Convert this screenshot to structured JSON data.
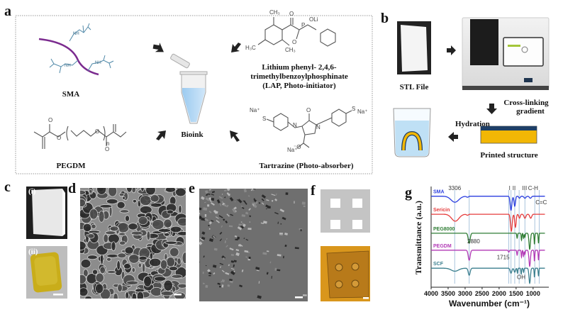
{
  "panels": {
    "a": "a",
    "b": "b",
    "c": "c",
    "d": "d",
    "e": "e",
    "f": "f",
    "g": "g",
    "c_i": "(i)",
    "c_ii": "(ii)"
  },
  "panel_a": {
    "sma_label": "SMA",
    "pegdm_label": "PEGDM",
    "bioink_label": "Bioink",
    "lap_lines": [
      "Lithium phenyl- 2,4,6-",
      "trimethylbenzoylphosphinate",
      "(LAP, Photo-initiator)"
    ],
    "tartrazine_label": "Tartrazine (Photo-absorber)",
    "chem": {
      "nh": "NH",
      "o": "O",
      "ch3": "CH₃",
      "h3c": "H₃C",
      "oli": "OLi",
      "p": "P",
      "n": "n",
      "na": "Na⁺",
      "o_minus": "⁻O",
      "s": "S",
      "nn": "N",
      "n_sub": "N"
    }
  },
  "panel_b": {
    "stl_label": "STL File",
    "crosslink_lines": [
      "Cross-linking",
      "gradient"
    ],
    "hydration_label": "Hydration",
    "printed_label": "Printed structure"
  },
  "colors": {
    "sma": "#2c3fe0",
    "sericin": "#e63c3c",
    "peg8000": "#2f7d34",
    "pegdm": "#b23ab6",
    "scf": "#3b7f8e",
    "yellow": "#f2b705",
    "navy": "#1f3f66",
    "water": "#bfe0f5"
  },
  "chart_data": {
    "type": "line",
    "title": "",
    "xlabel": "Wavenumber (cm⁻¹)",
    "ylabel": "Transmittance (a.u.)",
    "xlim": [
      4000,
      600
    ],
    "ylim": [
      0,
      100
    ],
    "xticks": [
      4000,
      3500,
      3000,
      2500,
      2000,
      1500,
      1000
    ],
    "reference_lines": [
      3306,
      2880,
      1715,
      1650,
      1540,
      1410,
      1240,
      950,
      820
    ],
    "annotations": [
      {
        "text": "3306",
        "x": 3306,
        "y": 97
      },
      {
        "text": "I",
        "x": 1690,
        "y": 97
      },
      {
        "text": "II",
        "x": 1560,
        "y": 97
      },
      {
        "text": "III",
        "x": 1250,
        "y": 97
      },
      {
        "text": "C-H",
        "x": 1000,
        "y": 97
      },
      {
        "text": "C=C",
        "x": 760,
        "y": 83
      },
      {
        "text": "2880",
        "x": 2750,
        "y": 44
      },
      {
        "text": "1715",
        "x": 1880,
        "y": 28
      },
      {
        "text": "OH",
        "x": 1350,
        "y": 8
      }
    ],
    "series": [
      {
        "name": "SMA",
        "color": "#2c3fe0",
        "offset": 91,
        "peaks": [
          [
            3300,
            6,
            160
          ],
          [
            2930,
            1,
            40
          ],
          [
            1650,
            14,
            35
          ],
          [
            1540,
            10,
            30
          ],
          [
            1400,
            2,
            30
          ],
          [
            1240,
            2,
            40
          ],
          [
            1080,
            2,
            40
          ]
        ]
      },
      {
        "name": "Sericin",
        "color": "#e63c3c",
        "offset": 73,
        "peaks": [
          [
            3290,
            7,
            150
          ],
          [
            2930,
            1,
            40
          ],
          [
            1640,
            17,
            35
          ],
          [
            1520,
            13,
            30
          ],
          [
            1400,
            4,
            30
          ],
          [
            1240,
            4,
            40
          ],
          [
            1070,
            4,
            40
          ]
        ]
      },
      {
        "name": "PEG8000",
        "color": "#2f7d34",
        "offset": 54,
        "peaks": [
          [
            2880,
            10,
            40
          ],
          [
            1470,
            5,
            15
          ],
          [
            1340,
            7,
            15
          ],
          [
            1280,
            5,
            15
          ],
          [
            1240,
            4,
            15
          ],
          [
            1100,
            16,
            30
          ],
          [
            960,
            11,
            15
          ],
          [
            840,
            10,
            15
          ]
        ]
      },
      {
        "name": "PEGDM",
        "color": "#b23ab6",
        "offset": 37,
        "peaks": [
          [
            2880,
            10,
            40
          ],
          [
            1715,
            2,
            20
          ],
          [
            1470,
            5,
            15
          ],
          [
            1340,
            7,
            15
          ],
          [
            1280,
            6,
            15
          ],
          [
            1240,
            4,
            15
          ],
          [
            1100,
            16,
            30
          ],
          [
            960,
            11,
            15
          ],
          [
            840,
            10,
            15
          ]
        ]
      },
      {
        "name": "SCF",
        "color": "#3b7f8e",
        "offset": 19,
        "peaks": [
          [
            3300,
            3,
            150
          ],
          [
            2880,
            7,
            40
          ],
          [
            1650,
            5,
            35
          ],
          [
            1540,
            4,
            30
          ],
          [
            1460,
            5,
            15
          ],
          [
            1350,
            6,
            15
          ],
          [
            1280,
            4,
            15
          ],
          [
            1100,
            15,
            30
          ],
          [
            960,
            9,
            15
          ],
          [
            840,
            8,
            15
          ]
        ]
      }
    ]
  }
}
